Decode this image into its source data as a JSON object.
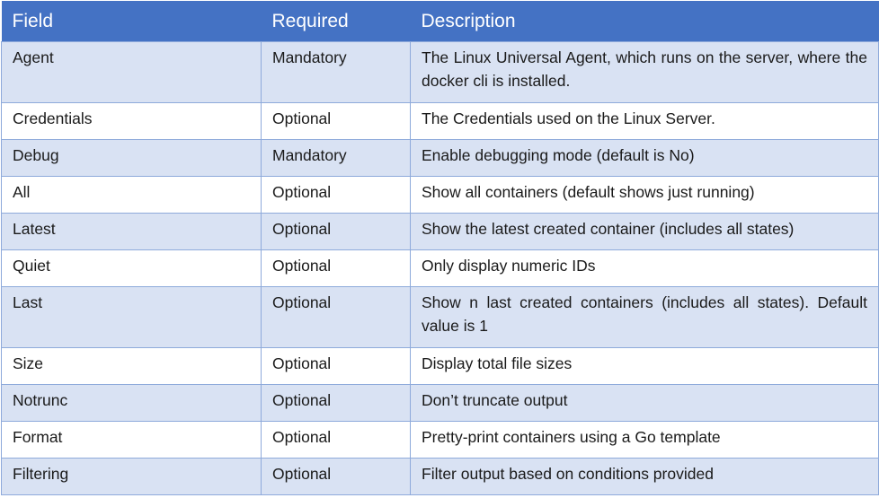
{
  "table": {
    "headers": [
      "Field",
      "Required",
      "Description"
    ],
    "rows": [
      {
        "field": "Agent",
        "required": "Mandatory",
        "description": "The Linux Universal Agent, which runs on the server, where the docker cli is installed."
      },
      {
        "field": "Credentials",
        "required": "Optional",
        "description": "The Credentials used on the Linux Server."
      },
      {
        "field": "Debug",
        "required": "Mandatory",
        "description": "Enable debugging mode (default is No)"
      },
      {
        "field": "All",
        "required": "Optional",
        "description": "Show all containers (default shows just running)"
      },
      {
        "field": "Latest",
        "required": "Optional",
        "description": "Show the latest created container (includes all states)"
      },
      {
        "field": "Quiet",
        "required": "Optional",
        "description": "Only display numeric IDs"
      },
      {
        "field": "Last",
        "required": "Optional",
        "description": "Show n last created containers (includes all states). Default value is 1"
      },
      {
        "field": "Size",
        "required": "Optional",
        "description": "Display total file sizes"
      },
      {
        "field": "Notrunc",
        "required": "Optional",
        "description": "Don’t truncate output"
      },
      {
        "field": "Format",
        "required": "Optional",
        "description": "Pretty-print containers using a Go template"
      },
      {
        "field": "Filtering",
        "required": "Optional",
        "description": "Filter output based on conditions provided"
      }
    ]
  },
  "colors": {
    "header_bg": "#4472c4",
    "header_text": "#ffffff",
    "band_bg": "#d9e2f3",
    "border": "#8eaadb"
  }
}
